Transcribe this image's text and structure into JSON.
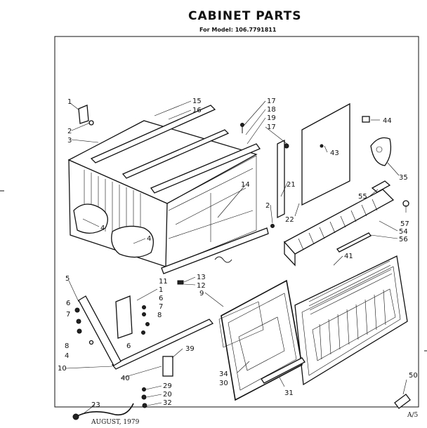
{
  "title": "CABINET PARTS",
  "subtitle": "For Model: 106.7791811",
  "footer_date": "AUGUST, 1979",
  "footer_code": "A/5",
  "callouts": [
    {
      "id": "c1",
      "text": "1"
    },
    {
      "id": "c2",
      "text": "2"
    },
    {
      "id": "c3",
      "text": "3"
    },
    {
      "id": "c15",
      "text": "15"
    },
    {
      "id": "c16",
      "text": "16"
    },
    {
      "id": "c17a",
      "text": "17"
    },
    {
      "id": "c18",
      "text": "18"
    },
    {
      "id": "c19",
      "text": "19"
    },
    {
      "id": "c17b",
      "text": "17"
    },
    {
      "id": "c43",
      "text": "43"
    },
    {
      "id": "c44",
      "text": "44"
    },
    {
      "id": "c35",
      "text": "35"
    },
    {
      "id": "c14",
      "text": "14"
    },
    {
      "id": "c21",
      "text": "21"
    },
    {
      "id": "c2b",
      "text": "2"
    },
    {
      "id": "c22",
      "text": "22"
    },
    {
      "id": "c55",
      "text": "55"
    },
    {
      "id": "c57",
      "text": "57"
    },
    {
      "id": "c54",
      "text": "54"
    },
    {
      "id": "c56",
      "text": "56"
    },
    {
      "id": "c4a",
      "text": "4"
    },
    {
      "id": "c4b",
      "text": "4"
    },
    {
      "id": "c13",
      "text": "13"
    },
    {
      "id": "c12",
      "text": "12"
    },
    {
      "id": "c41",
      "text": "41"
    },
    {
      "id": "c5",
      "text": "5"
    },
    {
      "id": "c1b",
      "text": "1"
    },
    {
      "id": "c6a",
      "text": "6"
    },
    {
      "id": "c7a",
      "text": "7"
    },
    {
      "id": "c6b",
      "text": "6"
    },
    {
      "id": "c7b",
      "text": "7"
    },
    {
      "id": "c8a",
      "text": "8"
    },
    {
      "id": "c9",
      "text": "9"
    },
    {
      "id": "c8b",
      "text": "8"
    },
    {
      "id": "c6c",
      "text": "6"
    },
    {
      "id": "c4c",
      "text": "4"
    },
    {
      "id": "c39",
      "text": "39"
    },
    {
      "id": "c10",
      "text": "10"
    },
    {
      "id": "c40",
      "text": "40"
    },
    {
      "id": "c34",
      "text": "34"
    },
    {
      "id": "c30",
      "text": "30"
    },
    {
      "id": "c31",
      "text": "31"
    },
    {
      "id": "c29",
      "text": "29"
    },
    {
      "id": "c20",
      "text": "20"
    },
    {
      "id": "c32",
      "text": "32"
    },
    {
      "id": "c23",
      "text": "23"
    },
    {
      "id": "c50",
      "text": "50"
    },
    {
      "id": "c11",
      "text": "11"
    }
  ]
}
